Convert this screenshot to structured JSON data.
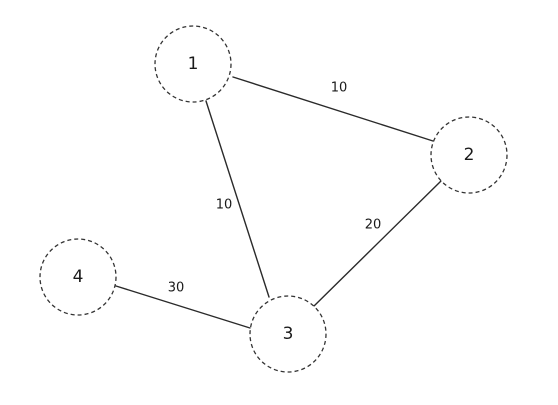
{
  "graph": {
    "nodes": [
      {
        "id": "1",
        "label": "1"
      },
      {
        "id": "2",
        "label": "2"
      },
      {
        "id": "3",
        "label": "3"
      },
      {
        "id": "4",
        "label": "4"
      }
    ],
    "edges": [
      {
        "from": "1",
        "to": "2",
        "label": "10"
      },
      {
        "from": "1",
        "to": "3",
        "label": "10"
      },
      {
        "from": "2",
        "to": "3",
        "label": "20"
      },
      {
        "from": "4",
        "to": "3",
        "label": "30"
      }
    ]
  },
  "colors": {
    "line": "#2a2a2a",
    "node_border": "#333333",
    "text": "#1a1a1a",
    "background": "#ffffff"
  }
}
